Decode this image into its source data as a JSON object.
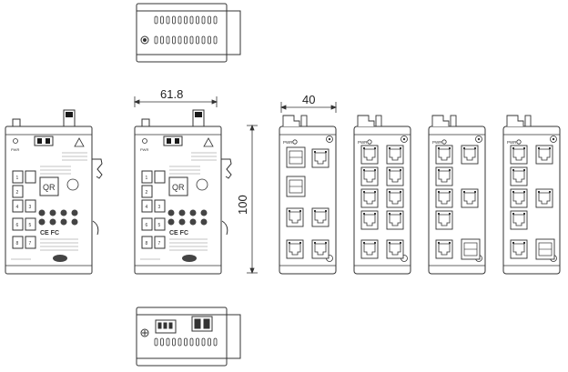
{
  "dimensions": {
    "depth": "61.8",
    "width": "40",
    "height": "100"
  },
  "side_panel": {
    "qr_label": "QR",
    "pwr_label": "PWR",
    "ce_fc_label": "CE FC",
    "port_numbers": [
      "1",
      "2",
      "3",
      "4",
      "5",
      "6",
      "7",
      "8"
    ]
  },
  "front_panels": [
    {
      "pwr_label": "PWR",
      "variant": "4-rj45-2-sfp-slots"
    },
    {
      "pwr_label": "PWR",
      "variant": "8-rj45"
    },
    {
      "pwr_label": "PWR",
      "variant": "6-rj45-1-sfp"
    },
    {
      "pwr_label": "PWR",
      "variant": "6-rj45-2-sfp"
    }
  ],
  "colors": {
    "line": "#333333",
    "fill": "#ffffff",
    "dark": "#1a1a1a"
  }
}
